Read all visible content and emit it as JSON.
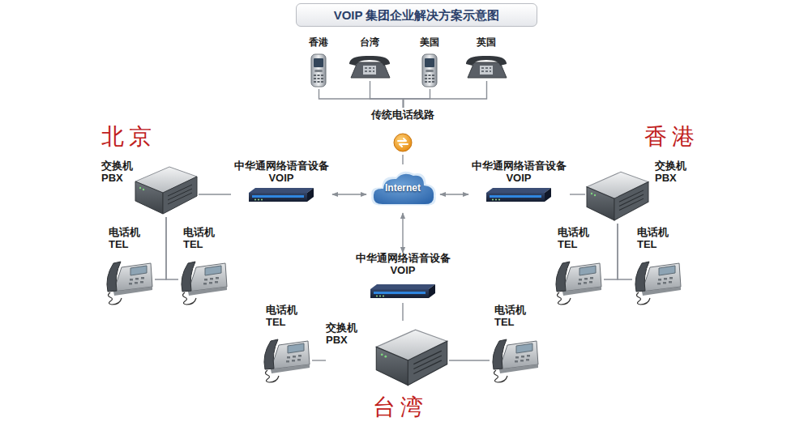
{
  "diagram": {
    "title": "VOIP 集团企业解决方案示意图",
    "nodes": [
      {
        "text": [
          "香港"
        ]
      },
      {
        "text": [
          "台湾"
        ]
      },
      {
        "text": [
          "美国"
        ]
      },
      {
        "text": [
          "英国"
        ]
      },
      {
        "text": [
          "传统电话线路"
        ]
      },
      {
        "text": [
          "交换机 PBX"
        ]
      },
      {
        "text": [
          "中华通网络语音设备 VOIP"
        ]
      },
      {
        "text": [
          "Internet"
        ]
      },
      {
        "text": [
          "中华通网络语音设备 VOIP"
        ]
      },
      {
        "text": [
          "交换机 PBX"
        ]
      },
      {
        "text": [
          "电话机 TEL"
        ]
      },
      {
        "text": [
          "电话机 TEL"
        ]
      },
      {
        "text": [
          "中华通网络语音设备 VOIP"
        ]
      },
      {
        "text": [
          "电话机 TEL"
        ]
      },
      {
        "text": [
          "电话机 TEL"
        ]
      },
      {
        "text": [
          "电话机 TEL"
        ]
      },
      {
        "text": [
          "交换机 PBX"
        ]
      },
      {
        "text": [
          "电话机 TEL"
        ]
      }
    ],
    "edges": [
      {
        "from": 0,
        "to": 4,
        "arrow": "none"
      },
      {
        "from": 1,
        "to": 4,
        "arrow": "none"
      },
      {
        "from": 2,
        "to": 4,
        "arrow": "none"
      },
      {
        "from": 3,
        "to": 4,
        "arrow": "none"
      },
      {
        "from": 4,
        "to": 7,
        "arrow": "none"
      },
      {
        "from": 5,
        "to": 6,
        "arrow": "none"
      },
      {
        "from": 6,
        "to": 7,
        "arrow": "both"
      },
      {
        "from": 7,
        "to": 8,
        "arrow": "both"
      },
      {
        "from": 8,
        "to": 9,
        "arrow": "none"
      },
      {
        "from": 5,
        "to": 10,
        "arrow": "none"
      },
      {
        "from": 5,
        "to": 11,
        "arrow": "none"
      },
      {
        "from": 7,
        "to": 12,
        "arrow": "both"
      },
      {
        "from": 9,
        "to": 13,
        "arrow": "none"
      },
      {
        "from": 9,
        "to": 14,
        "arrow": "none"
      },
      {
        "from": 12,
        "to": 16,
        "arrow": "none"
      },
      {
        "from": 16,
        "to": 15,
        "arrow": "none"
      },
      {
        "from": 16,
        "to": 17,
        "arrow": "none"
      }
    ],
    "labels": [
      "北京",
      "香港",
      "台湾"
    ]
  }
}
